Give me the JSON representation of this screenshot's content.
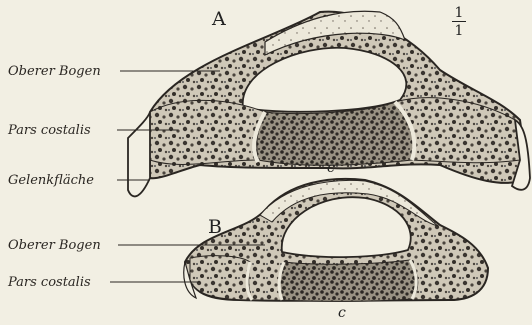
{
  "panels": [
    {
      "id": "A",
      "letter": "A",
      "scale_numerator": "1",
      "scale_denominator": "1",
      "center_letter": "c",
      "labels": {
        "upper_arch": "Oberer Bogen",
        "pars_costalis": "Pars costalis",
        "joint_surface": "Gelenkfläche"
      }
    },
    {
      "id": "B",
      "letter": "B",
      "center_letter": "c",
      "labels": {
        "upper_arch": "Oberer Bogen",
        "pars_costalis": "Pars costalis"
      }
    }
  ],
  "colors": {
    "background": "#f2efe3",
    "ink": "#2a2622",
    "bone_fill": "#cfc8b8"
  }
}
